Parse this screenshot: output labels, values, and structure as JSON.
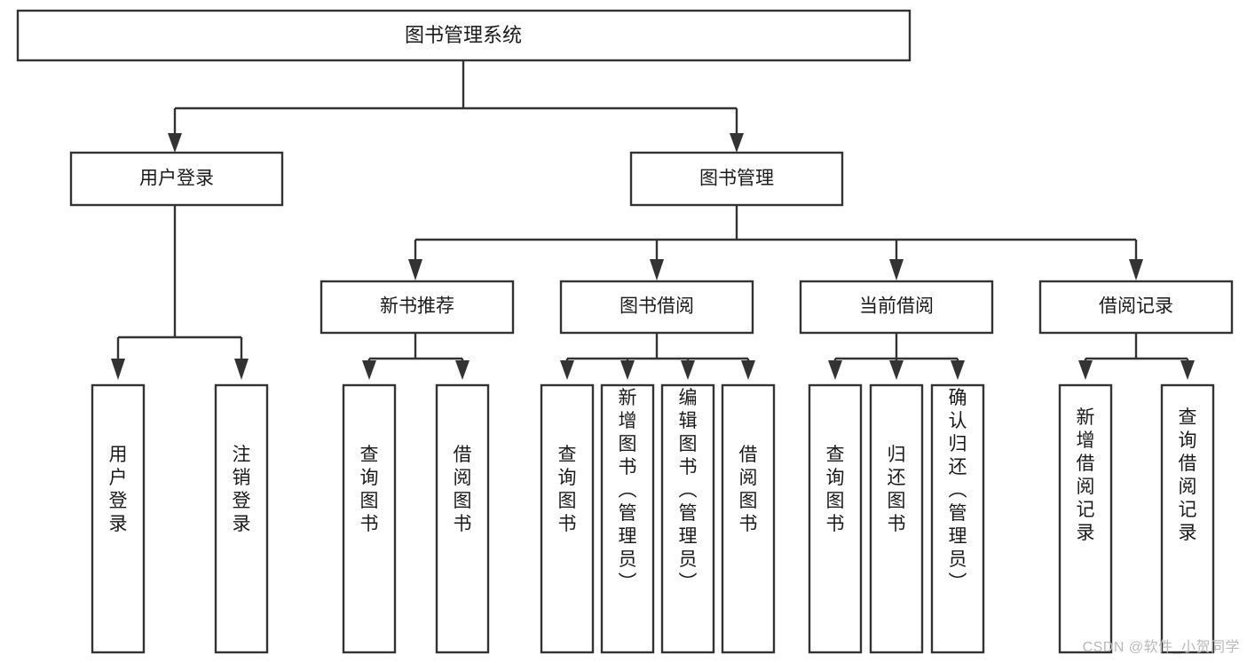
{
  "diagram": {
    "title": "图书管理系统",
    "type": "tree-hierarchy-diagram",
    "root": {
      "id": "root",
      "label": "图书管理系统",
      "level": 1,
      "orientation": "horizontal"
    },
    "level2": [
      {
        "id": "user-login",
        "label": "用户登录",
        "level": 2,
        "orientation": "horizontal"
      },
      {
        "id": "book-management",
        "label": "图书管理",
        "level": 2,
        "orientation": "horizontal"
      }
    ],
    "level3": [
      {
        "id": "new-book-recommend",
        "label": "新书推荐",
        "level": 3,
        "orientation": "horizontal",
        "parent": "book-management"
      },
      {
        "id": "book-borrow",
        "label": "图书借阅",
        "level": 3,
        "orientation": "horizontal",
        "parent": "book-management"
      },
      {
        "id": "current-borrow",
        "label": "当前借阅",
        "level": 3,
        "orientation": "horizontal",
        "parent": "book-management"
      },
      {
        "id": "borrow-record",
        "label": "借阅记录",
        "level": 3,
        "orientation": "horizontal",
        "parent": "book-management"
      }
    ],
    "leaves": [
      {
        "id": "leaf-user-login",
        "label": "用户登录",
        "parent": "user-login",
        "orientation": "vertical"
      },
      {
        "id": "leaf-user-logout",
        "label": "注销登录",
        "parent": "user-login",
        "orientation": "vertical"
      },
      {
        "id": "leaf-query-book-1",
        "label": "查询图书",
        "parent": "new-book-recommend",
        "orientation": "vertical"
      },
      {
        "id": "leaf-borrow-book-1",
        "label": "借阅图书",
        "parent": "new-book-recommend",
        "orientation": "vertical"
      },
      {
        "id": "leaf-query-book-2",
        "label": "查询图书",
        "parent": "book-borrow",
        "orientation": "vertical"
      },
      {
        "id": "leaf-add-book",
        "label": "新增图书（管理员）",
        "parent": "book-borrow",
        "orientation": "vertical"
      },
      {
        "id": "leaf-edit-book",
        "label": "编辑图书（管理员）",
        "parent": "book-borrow",
        "orientation": "vertical"
      },
      {
        "id": "leaf-borrow-book-2",
        "label": "借阅图书",
        "parent": "book-borrow",
        "orientation": "vertical"
      },
      {
        "id": "leaf-query-book-3",
        "label": "查询图书",
        "parent": "current-borrow",
        "orientation": "vertical"
      },
      {
        "id": "leaf-return-book",
        "label": "归还图书",
        "parent": "current-borrow",
        "orientation": "vertical"
      },
      {
        "id": "leaf-confirm-return",
        "label": "确认归还（管理员）",
        "parent": "current-borrow",
        "orientation": "vertical"
      },
      {
        "id": "leaf-add-record",
        "label": "新增借阅记录",
        "parent": "borrow-record",
        "orientation": "vertical"
      },
      {
        "id": "leaf-query-record",
        "label": "查询借阅记录",
        "parent": "borrow-record",
        "orientation": "vertical"
      }
    ]
  },
  "watermark": {
    "text": "CSDN @软件_小贺同学"
  },
  "colors": {
    "stroke": "#333333",
    "fill": "#ffffff",
    "text": "#1a1a1a",
    "watermark": "#b9b9b9"
  }
}
